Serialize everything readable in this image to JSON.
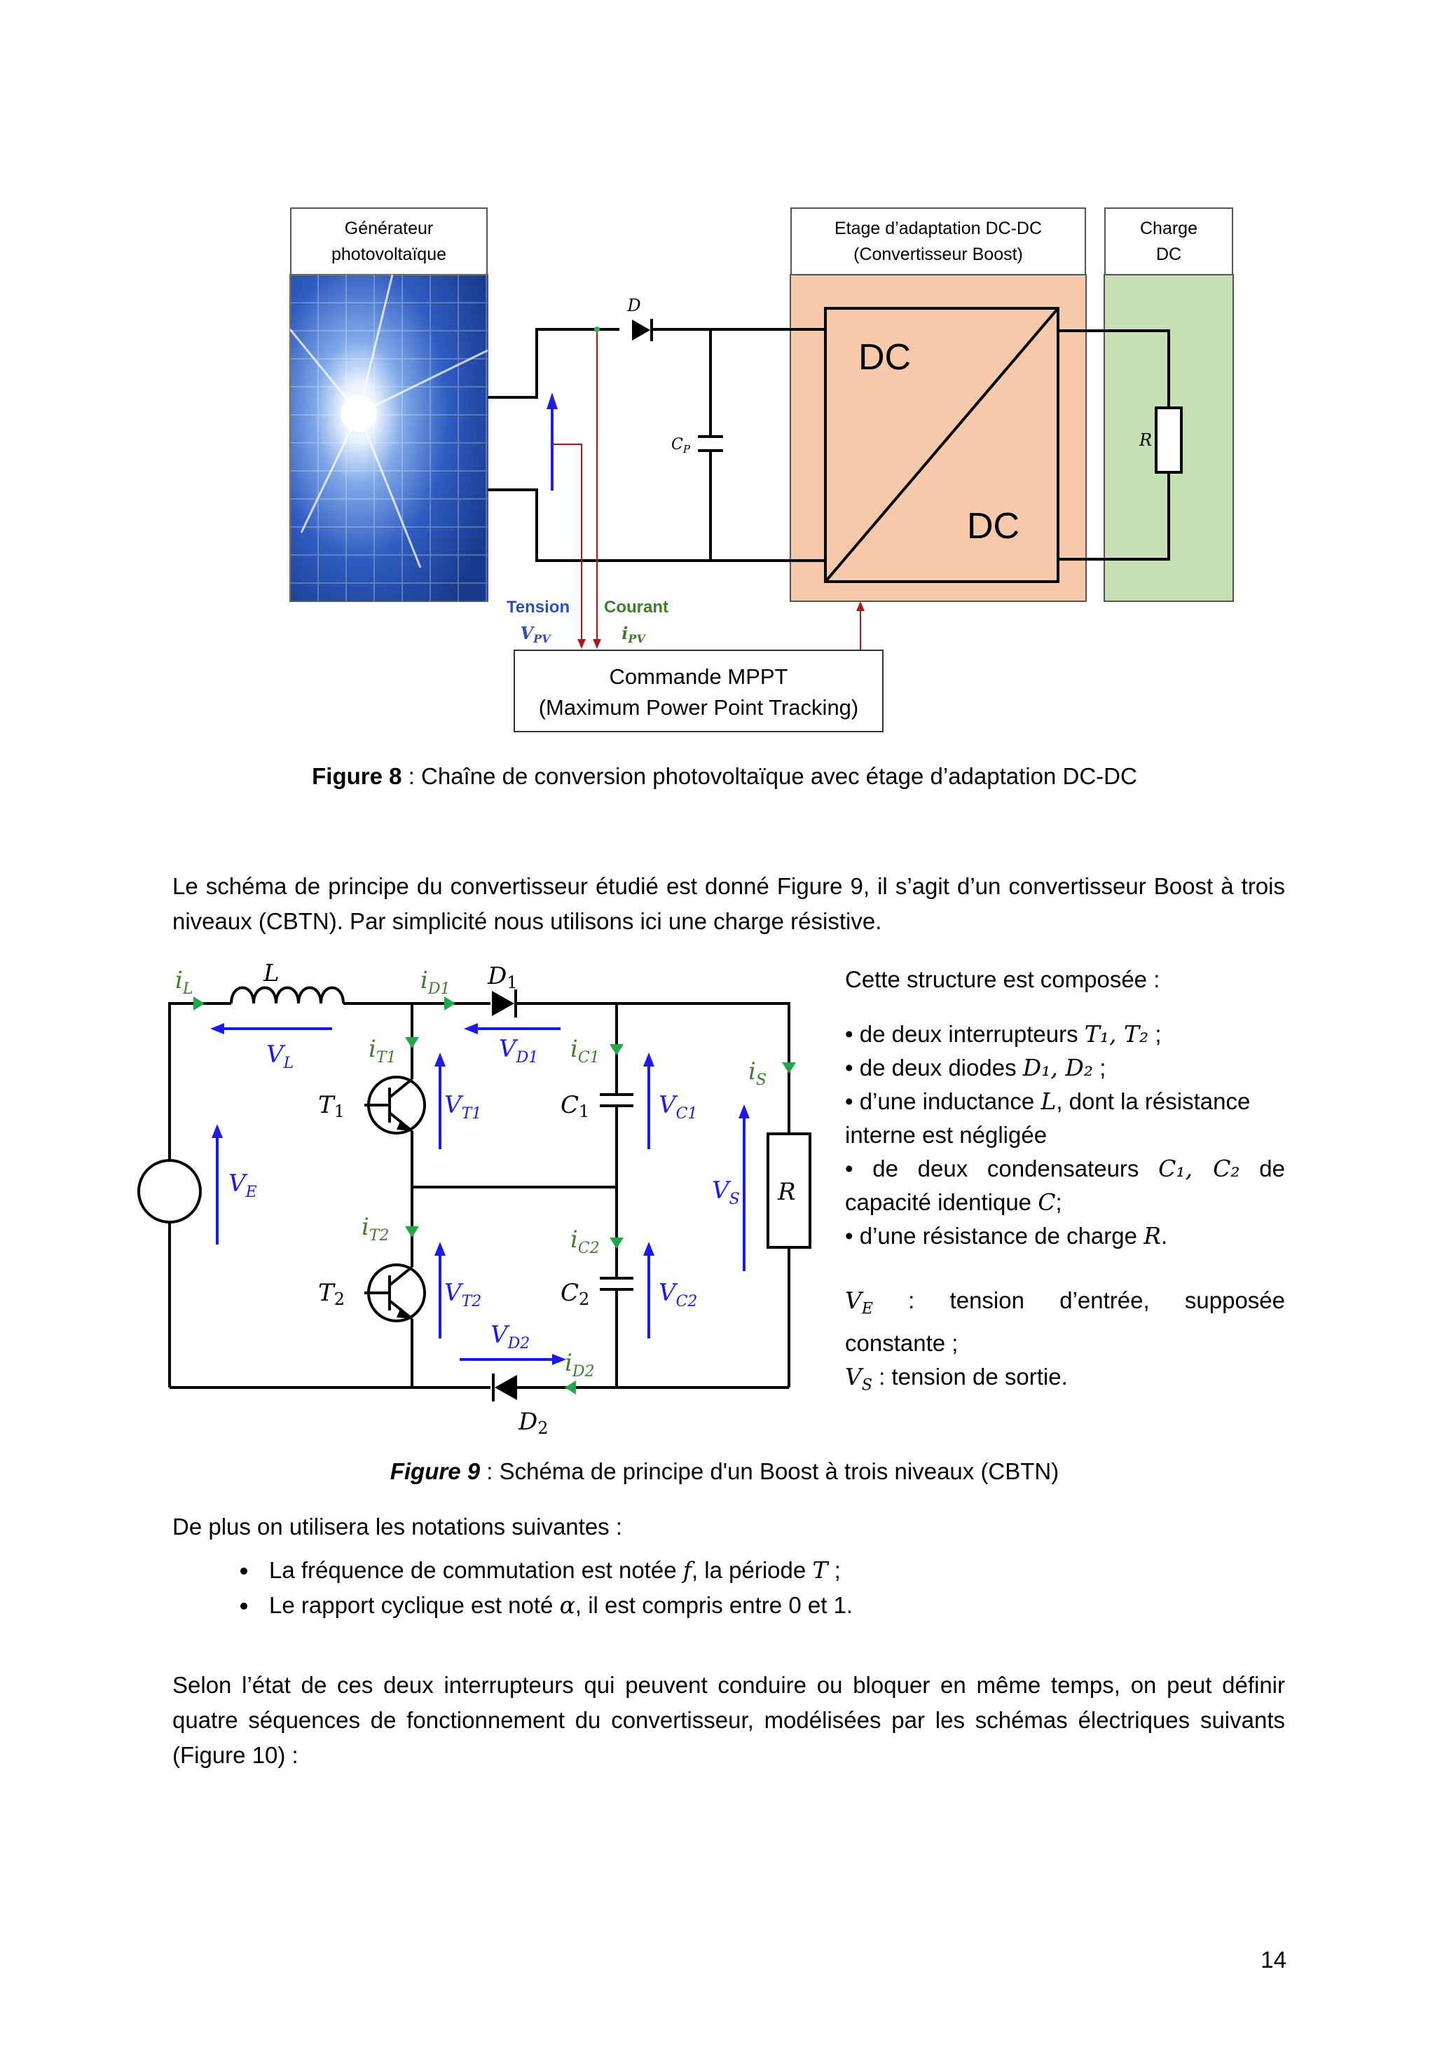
{
  "figure8": {
    "box_generator": [
      "Générateur",
      "photovoltaïque"
    ],
    "box_stage": [
      "Etage d’adaptation DC-DC",
      "(Convertisseur Boost)"
    ],
    "box_load": [
      "Charge",
      "DC"
    ],
    "dc_top": "DC",
    "dc_bottom": "DC",
    "label_diode": "D",
    "label_cap": "C",
    "label_cap_sub": "P",
    "label_resistor": "R",
    "tension_label": "Tension",
    "tension_symbol": "V",
    "tension_sub": "PV",
    "courant_label": "Courant",
    "courant_symbol": "i",
    "courant_sub": "PV",
    "mppt_line1": "Commande MPPT",
    "mppt_line2": "(Maximum Power Point Tracking)",
    "caption_bold": "Figure 8",
    "caption_text": " : Chaîne de conversion photovoltaïque avec étage d’adaptation DC-DC",
    "colors": {
      "stage_fill": "#f7c9ab",
      "load_fill": "#c6e0b3",
      "panel_blue": "#2a4fa8",
      "tension_blue": "#2f4fb8",
      "courant_green": "#3f7d2a",
      "wire_red": "#a31c1c",
      "arrow_blue": "#1f1fe0"
    }
  },
  "intro_paragraph": "Le schéma de principe du convertisseur étudié est donné Figure 9, il s’agit d’un convertisseur Boost à trois niveaux (CBTN). Par simplicité nous utilisons ici une charge résistive.",
  "figure9": {
    "labels": {
      "iL": "i",
      "iL_sub": "L",
      "L": "L",
      "iD1": "i",
      "iD1_sub": "D1",
      "D1": "D",
      "D1_sub": "1",
      "VL": "V",
      "VL_sub": "L",
      "iT1": "i",
      "iT1_sub": "T1",
      "VD1": "V",
      "VD1_sub": "D1",
      "iC1": "i",
      "iC1_sub": "C1",
      "iS": "i",
      "iS_sub": "S",
      "T1": "T",
      "T1_sub": "1",
      "VT1": "V",
      "VT1_sub": "T1",
      "C1": "C",
      "C1_sub": "1",
      "VC1": "V",
      "VC1_sub": "C1",
      "VE": "V",
      "VE_sub": "E",
      "VS": "V",
      "VS_sub": "S",
      "R": "R",
      "iT2": "i",
      "iT2_sub": "T2",
      "iC2": "i",
      "iC2_sub": "C2",
      "T2": "T",
      "T2_sub": "2",
      "VT2": "V",
      "VT2_sub": "T2",
      "C2": "C",
      "C2_sub": "2",
      "VC2": "V",
      "VC2_sub": "C2",
      "VD2": "V",
      "VD2_sub": "D2",
      "iD2": "i",
      "iD2_sub": "D2",
      "D2": "D",
      "D2_sub": "2"
    },
    "caption_bold": "Figure 9",
    "caption_text": " : Schéma de principe d'un Boost à trois niveaux (CBTN)",
    "colors": {
      "voltage_blue": "#1a1aee",
      "current_green": "#3f7d2a",
      "current_arrow": "#22a84a"
    }
  },
  "structure": {
    "intro": "Cette structure est composée :",
    "items": [
      {
        "pre": "• de deux interrupteurs ",
        "math": "T₁, T₂",
        "post": " ;"
      },
      {
        "pre": "• de deux diodes ",
        "math": "D₁, D₂",
        "post": " ;"
      },
      {
        "pre": "• d’une inductance ",
        "math": "L",
        "post": ", dont la résistance"
      },
      {
        "pre": "interne est négligée",
        "math": "",
        "post": ""
      },
      {
        "pre": "• de deux condensateurs ",
        "math": "C₁, C₂",
        "post": " de"
      },
      {
        "pre": "capacité identique ",
        "math": "C",
        "post": ";"
      },
      {
        "pre": "• d’une résistance de charge ",
        "math": "R",
        "post": "."
      }
    ],
    "ve_line1_math": "V",
    "ve_line1_sub": "E",
    "ve_line1_text": " : tension d’entrée, supposée",
    "ve_line2": "constante ;",
    "vs_math": "V",
    "vs_sub": "S",
    "vs_text": " : tension de sortie."
  },
  "notations_intro": "De plus on utilisera les notations suivantes :",
  "notations": [
    {
      "pre": "La fréquence de commutation est notée ",
      "m1": "f",
      "mid": ", la période ",
      "m2": "T",
      "post": " ;"
    },
    {
      "pre": "Le rapport cyclique est noté ",
      "m1": "α",
      "mid": ", il est compris entre 0 et 1.",
      "m2": "",
      "post": ""
    }
  ],
  "closing_paragraph": "Selon l’état de ces deux interrupteurs qui peuvent conduire ou bloquer en même temps, on peut définir quatre séquences de fonctionnement du convertisseur, modélisées par les schémas électriques suivants (Figure 10) :",
  "page_number": "14"
}
